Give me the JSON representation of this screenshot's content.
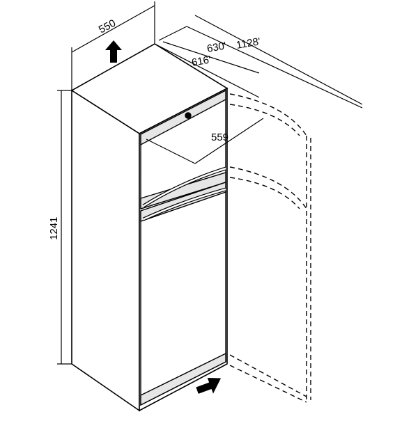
{
  "dimensions": {
    "width": "550",
    "height": "1241",
    "depth_door_closed": "616'",
    "depth_handle": "630'",
    "depth_door_open": "1128'",
    "door_width": "559"
  },
  "colors": {
    "line": "#000000",
    "body_fill": "#ffffff",
    "trim": "#cfcfcf",
    "arrow": "#000000"
  },
  "icons": {
    "top_arrow": "up-arrow-icon",
    "bottom_arrow": "right-arrow-icon"
  }
}
